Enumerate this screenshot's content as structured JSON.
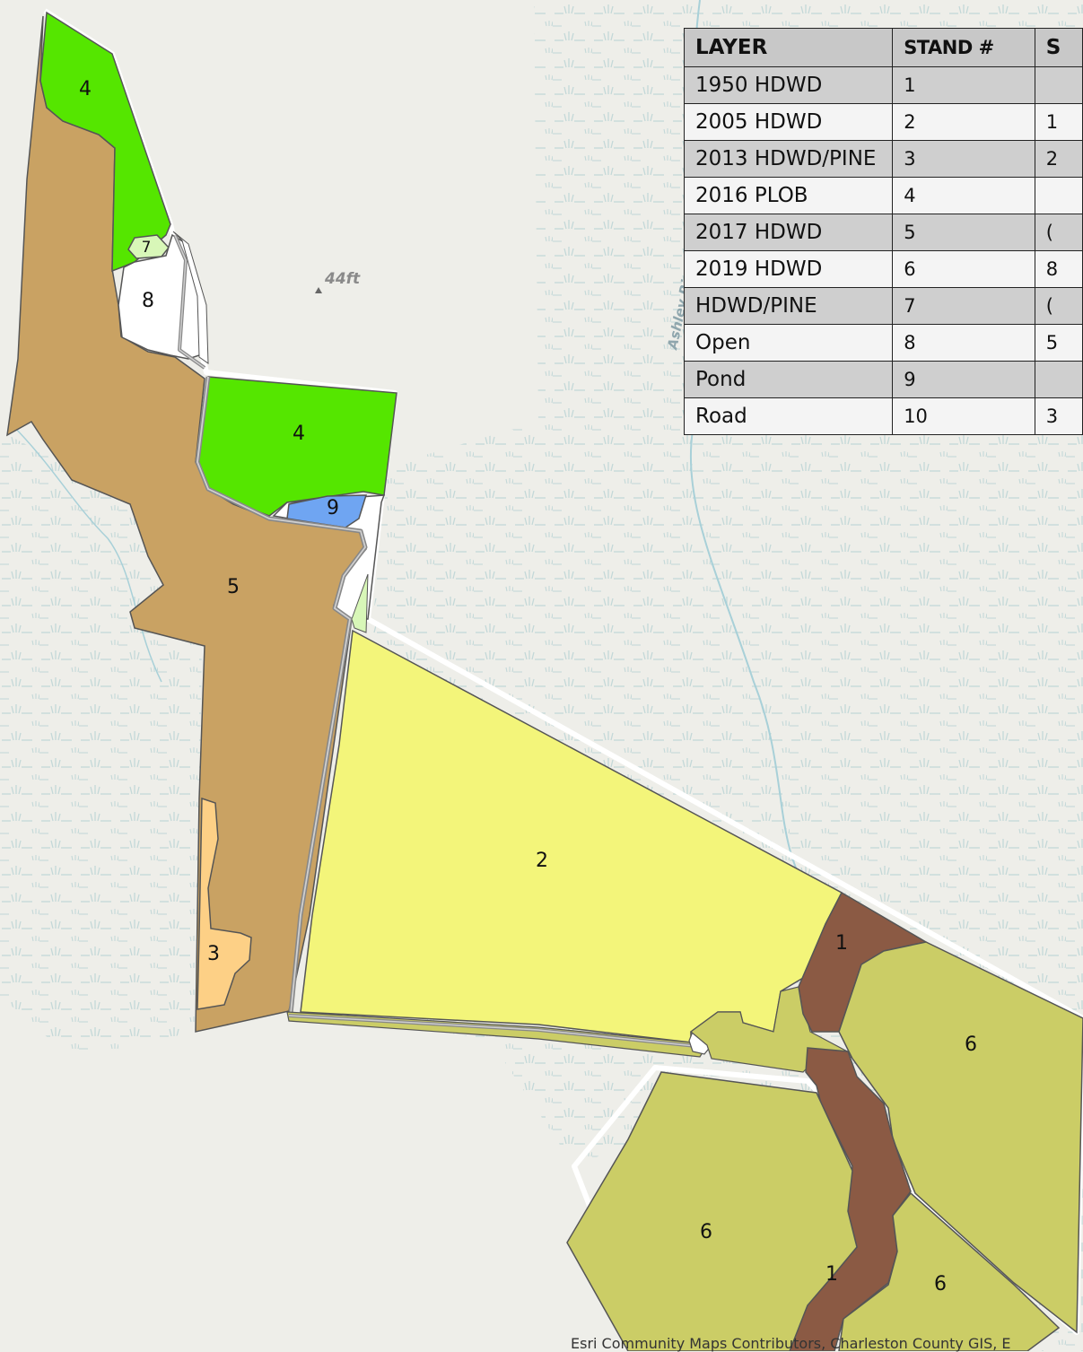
{
  "legend": {
    "headers": [
      "LAYER",
      "STAND #",
      "S"
    ],
    "rows": [
      {
        "layer": "1950 HDWD",
        "stand": "1",
        "extra": ""
      },
      {
        "layer": "2005 HDWD",
        "stand": "2",
        "extra": "1"
      },
      {
        "layer": "2013 HDWD/PINE",
        "stand": "3",
        "extra": "2"
      },
      {
        "layer": "2016 PLOB",
        "stand": "4",
        "extra": ""
      },
      {
        "layer": "2017 HDWD",
        "stand": "5",
        "extra": "("
      },
      {
        "layer": "2019 HDWD",
        "stand": "6",
        "extra": "8"
      },
      {
        "layer": "HDWD/PINE",
        "stand": "7",
        "extra": "("
      },
      {
        "layer": "Open",
        "stand": "8",
        "extra": "5"
      },
      {
        "layer": "Pond",
        "stand": "9",
        "extra": ""
      },
      {
        "layer": "Road",
        "stand": "10",
        "extra": "3"
      }
    ]
  },
  "map": {
    "elevation_label": "44ft",
    "river_label": "Ashley Riv",
    "stand_labels": {
      "s4_north": "4",
      "s7": "7",
      "s8": "8",
      "s4_mid": "4",
      "s9": "9",
      "s5": "5",
      "s3": "3",
      "s2": "2",
      "s1_north": "1",
      "s6_east": "6",
      "s6_southwest": "6",
      "s1_south": "1",
      "s6_south": "6"
    },
    "colors": {
      "1950_hdwd": "#8b5a44",
      "2005_hdwd": "#f3f57a",
      "2013_hdwd_pine": "#fdd086",
      "2016_plob": "#55e600",
      "2017_hdwd": "#c9a263",
      "2019_hdwd": "#cbcd66",
      "hdwd_pine": "#d8f7b8",
      "open": "#ffffff",
      "pond": "#6fa5f2",
      "road": "#888888",
      "basemap": "#eeeee9",
      "marsh": "#bfd6d6"
    }
  },
  "attribution": "Esri Community Maps Contributors, Charleston County GIS, E"
}
